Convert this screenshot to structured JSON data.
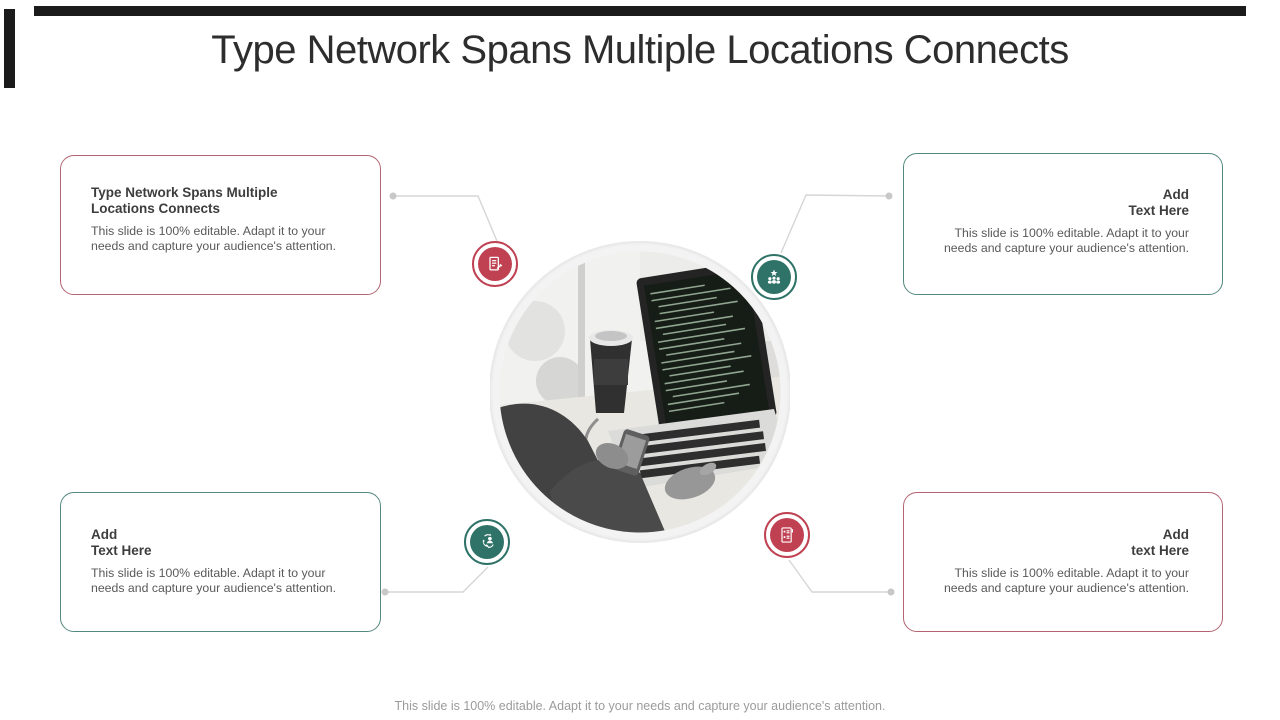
{
  "slide": {
    "title": "Type Network Spans Multiple Locations Connects",
    "footer": "This slide is 100% editable. Adapt it to your needs and capture your audience's attention."
  },
  "cards": [
    {
      "position": "top-left",
      "title": "Type Network Spans Multiple\nLocations Connects",
      "body": "This slide is 100% editable. Adapt it to your needs and capture your audience's attention.",
      "accent": "#b26571"
    },
    {
      "position": "top-right",
      "title": "Add\nText Here",
      "body": "This slide is 100% editable. Adapt it to your needs and capture your audience's attention.",
      "accent": "#54887f"
    },
    {
      "position": "bottom-left",
      "title": "Add\nText Here",
      "body": "This slide is 100% editable. Adapt it to your needs and capture your audience's attention.",
      "accent": "#54887f"
    },
    {
      "position": "bottom-right",
      "title": "Add\ntext Here",
      "body": "This slide is 100% editable. Adapt it to your needs and capture your audience's attention.",
      "accent": "#b26571"
    }
  ],
  "icons": [
    {
      "name": "document-edit-icon",
      "color": "#bf4152"
    },
    {
      "name": "team-star-icon",
      "color": "#2e7268"
    },
    {
      "name": "support-call-icon",
      "color": "#2e7268"
    },
    {
      "name": "contact-list-icon",
      "color": "#bf4152"
    }
  ],
  "colors": {
    "accent_bar": "#1b1b1b",
    "crimson": "#bf4152",
    "teal": "#2e7268",
    "card_border_rose": "#b26571",
    "card_border_teal": "#54887f",
    "connector": "#d6d6d6",
    "connector_dot": "#c8c8c8",
    "title_text": "#2d2d2d",
    "body_text": "#595959",
    "footer_text": "#9b9b9b"
  }
}
